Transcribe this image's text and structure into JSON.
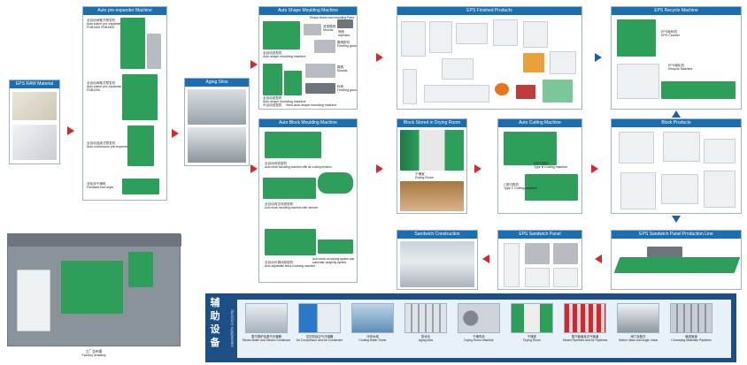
{
  "colors": {
    "header_blue": "#1a6fb3",
    "arrow_red": "#d7262d",
    "arrow_blue": "#1b5fa8",
    "machine_green": "#2e9e5b",
    "aux_band": "#1b4f86"
  },
  "raw_material": {
    "title": "EPS RAW Material"
  },
  "pre_expander": {
    "title": "Auto pre-expander Machine",
    "items": [
      {
        "cn": "全自动间歇式预发机",
        "en": "Auto batch pre-expander",
        "model": "FDB1400 FDB1600"
      },
      {
        "cn": "全自动间歇式预发机",
        "en": "Auto batch pre-expander",
        "model": "FDB1200"
      },
      {
        "cn": "全自动连续式预发机",
        "en": "Auto continuous pre-expander",
        "model": ""
      },
      {
        "cn": "流化床干燥机",
        "en": "Fluidized bed dryer",
        "model": ""
      }
    ]
  },
  "aging_silos": {
    "title": "Aging Silos"
  },
  "shape_moulding": {
    "title": "Auto Shape Moulding Machine",
    "subtitle": "Shape Mould and moulding Parts",
    "items": [
      {
        "cn": "全自动成型机",
        "en": "Auto shape moulding machine"
      },
      {
        "cn": "成型模具",
        "en": "Moulds"
      },
      {
        "cn": "喷枪",
        "en": "Injection"
      },
      {
        "cn": "模具配件",
        "en": "Feeding guns"
      },
      {
        "cn": "全自动成型机",
        "en": "Auto shape moulding machine"
      },
      {
        "cn": "半自动成型机",
        "en": "Semi-auto shape moulding machine"
      },
      {
        "cn": "模具",
        "en": "Moulds"
      },
      {
        "cn": "料枪",
        "en": "Feeding guns"
      }
    ]
  },
  "finished_products": {
    "title": "EPS Finished Products"
  },
  "recycle": {
    "title": "EPS Recycle Machine",
    "items": [
      {
        "cn": "EPS破碎机",
        "en": "EPS Crusher"
      },
      {
        "cn": "EPS熔化机",
        "en": "Recycle Machine"
      }
    ]
  },
  "block_moulding": {
    "title": "Auto Block Moulding Machine",
    "items": [
      {
        "cn": "全自动块成型机",
        "en": "Auto block moulding machine with air cooling function"
      },
      {
        "cn": "全自动真空块成型机",
        "en": "Auto block moulding machine with vacuum"
      },
      {
        "cn": "全自动可调块成型机",
        "en": "Auto adjustable block moulding machine"
      },
      {
        "cn": "",
        "en": "Auto block conveying system and automatic weighing system"
      }
    ]
  },
  "drying_room": {
    "title": "Block Stored in Drying Room",
    "items": [
      {
        "cn": "干燥室",
        "en": "Drying Room"
      }
    ]
  },
  "cutting": {
    "title": "Auto Cutting Machine",
    "items": [
      {
        "cn": "B型切割机",
        "en": "Type B Cutting machine"
      },
      {
        "cn": "C型切割机",
        "en": "Type C Cutting machine"
      }
    ]
  },
  "block_products": {
    "title": "Block Products"
  },
  "sandwich_construction": {
    "title": "Sandwich Construction"
  },
  "sandwich_panel": {
    "title": "EPS Sandwich Panel"
  },
  "panel_line": {
    "title": "EPS Sandwich Panel Production Line"
  },
  "factory": {
    "cn": "工厂总布图",
    "en": "Factory drawing"
  },
  "auxiliary": {
    "title_cn": "辅助设备",
    "title_en": "Auxiliary equipments",
    "items": [
      {
        "cn": "蒸汽锅炉及蒸汽冷凝器",
        "en": "Steam Boiler and Steam Condenser"
      },
      {
        "cn": "空压机及空气冷凝器",
        "en": "Air Compressor and Air Condenser"
      },
      {
        "cn": "冷却水塔",
        "en": "Cooling Water Tower"
      },
      {
        "cn": "熟化仓",
        "en": "Aging silos"
      },
      {
        "cn": "干燥风机",
        "en": "Drying Room Machine"
      },
      {
        "cn": "干燥室",
        "en": "Drying Room"
      },
      {
        "cn": "蒸汽管道及空气管道",
        "en": "Steam Pipelines and Air Pipelines"
      },
      {
        "cn": "阀门及配件",
        "en": "Switch Valve and Angle Valve"
      },
      {
        "cn": "输送管道",
        "en": "Conveying Materials Pipelines"
      }
    ]
  }
}
